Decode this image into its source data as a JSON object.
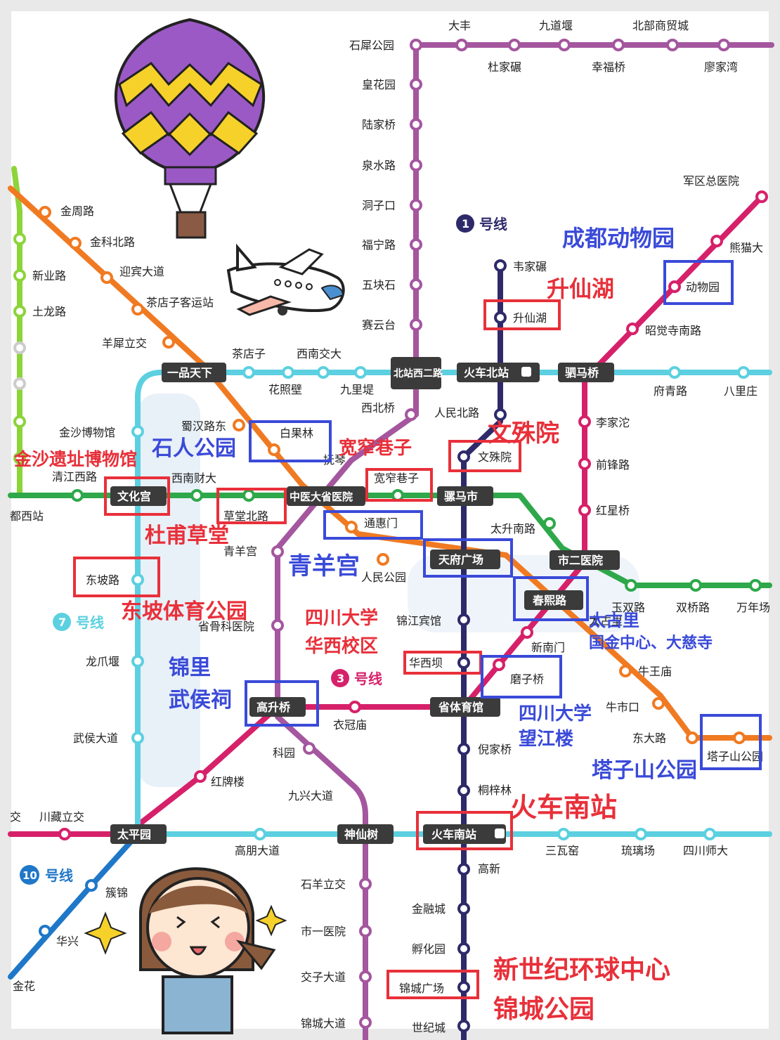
{
  "colors": {
    "line1": "#2e2a6a",
    "line2": "#f07a22",
    "line3": "#d6216a",
    "line4": "#2ea84a",
    "line6": "#a4569e",
    "line7": "#5cd0e0",
    "line10": "#1f77c8",
    "line_green_left": "#8cd43a",
    "hl_red": "#e8303a",
    "hl_blue": "#3a4ad8",
    "ann_red": "#e8303a",
    "ann_blue": "#3a4ad8"
  },
  "line_labels": {
    "line1": {
      "num": "1",
      "text": "号线"
    },
    "line3": {
      "num": "3",
      "text": "号线"
    },
    "line7": {
      "num": "7",
      "text": "号线"
    },
    "line10": {
      "num": "10",
      "text": "号线"
    }
  },
  "stations": {
    "top": [
      "大丰",
      "九道堰",
      "北部商贸城",
      "杜家碾",
      "幸福桥",
      "廖家湾"
    ],
    "line6_north": [
      "石犀公园",
      "皇花园",
      "陆家桥",
      "泉水路",
      "洞子口",
      "福宁路",
      "五块石",
      "赛云台"
    ],
    "line2_nw": [
      "金周路",
      "金科北路",
      "迎宾大道",
      "茶店子客运站",
      "羊犀立交"
    ],
    "green_left": [
      "新业路",
      "土龙路"
    ],
    "line1_north": [
      "韦家碾",
      "升仙湖"
    ],
    "line3_ne": [
      "军区总医院",
      "熊猫大",
      "动物园",
      "昭觉寺南路"
    ],
    "line7_north": [
      "茶店子",
      "西南交大",
      "花照壁",
      "九里堤",
      "府青路",
      "八里庄"
    ],
    "hubs": [
      "一品天下",
      "北站西二路",
      "火车北站",
      "驷马桥",
      "文化宫",
      "中医大省医院",
      "骡马市",
      "天府广场",
      "市二医院",
      "春熙路",
      "高升桥",
      "省体育馆",
      "太平园",
      "神仙树",
      "火车南站"
    ],
    "mid": [
      "西北桥",
      "人民北路",
      "李家沱",
      "金沙博物馆",
      "蜀汉路东",
      "白果林",
      "抚琴",
      "宽窄巷子",
      "文殊院",
      "前锋路",
      "清江西路",
      "西南财大",
      "草堂北路",
      "都西站",
      "通惠门",
      "太升南路",
      "红星桥",
      "青羊宫",
      "人民公园",
      "东坡路",
      "玉双路",
      "双桥路",
      "万年场",
      "省骨科医院",
      "锦江宾馆",
      "新南门",
      "太古里",
      "龙爪堰",
      "华西坝",
      "磨子桥",
      "牛王庙",
      "衣冠庙",
      "牛市口",
      "武侯大道",
      "科园",
      "倪家桥",
      "东大路",
      "塔子山公园",
      "红牌楼",
      "九兴大道",
      "桐梓林",
      "川藏立交",
      "高朋大道",
      "三瓦窑",
      "琉璃场",
      "四川师大",
      "高新",
      "簇锦",
      "石羊立交",
      "金融城",
      "华兴",
      "市一医院",
      "孵化园",
      "金花",
      "交子大道",
      "锦城广场",
      "锦城大道",
      "世纪城",
      "交"
    ]
  },
  "annotations": {
    "chengdu_zoo": "成都动物园",
    "shengxianhu": "升仙湖",
    "wenshuyuan": "文殊院",
    "shirengongyuan": "石人公园",
    "kuanzhaixiangzi": "宽窄巷子",
    "jinsha": "金沙遗址博物馆",
    "dufu": "杜甫草堂",
    "qingyanggong": "青羊宫",
    "dongpo": "东坡体育公园",
    "scu_huaxi_1": "四川大学",
    "scu_huaxi_2": "华西校区",
    "taikoo_1": "太古里",
    "taikoo_2": "国金中心、大慈寺",
    "jinli_1": "锦里",
    "jinli_2": "武侯祠",
    "scu_wangjiang_1": "四川大学",
    "scu_wangjiang_2": "望江楼",
    "tazishan": "塔子山公园",
    "railway_south": "火车南站",
    "new_century_1": "新世纪环球中心",
    "new_century_2": "锦城公园"
  }
}
